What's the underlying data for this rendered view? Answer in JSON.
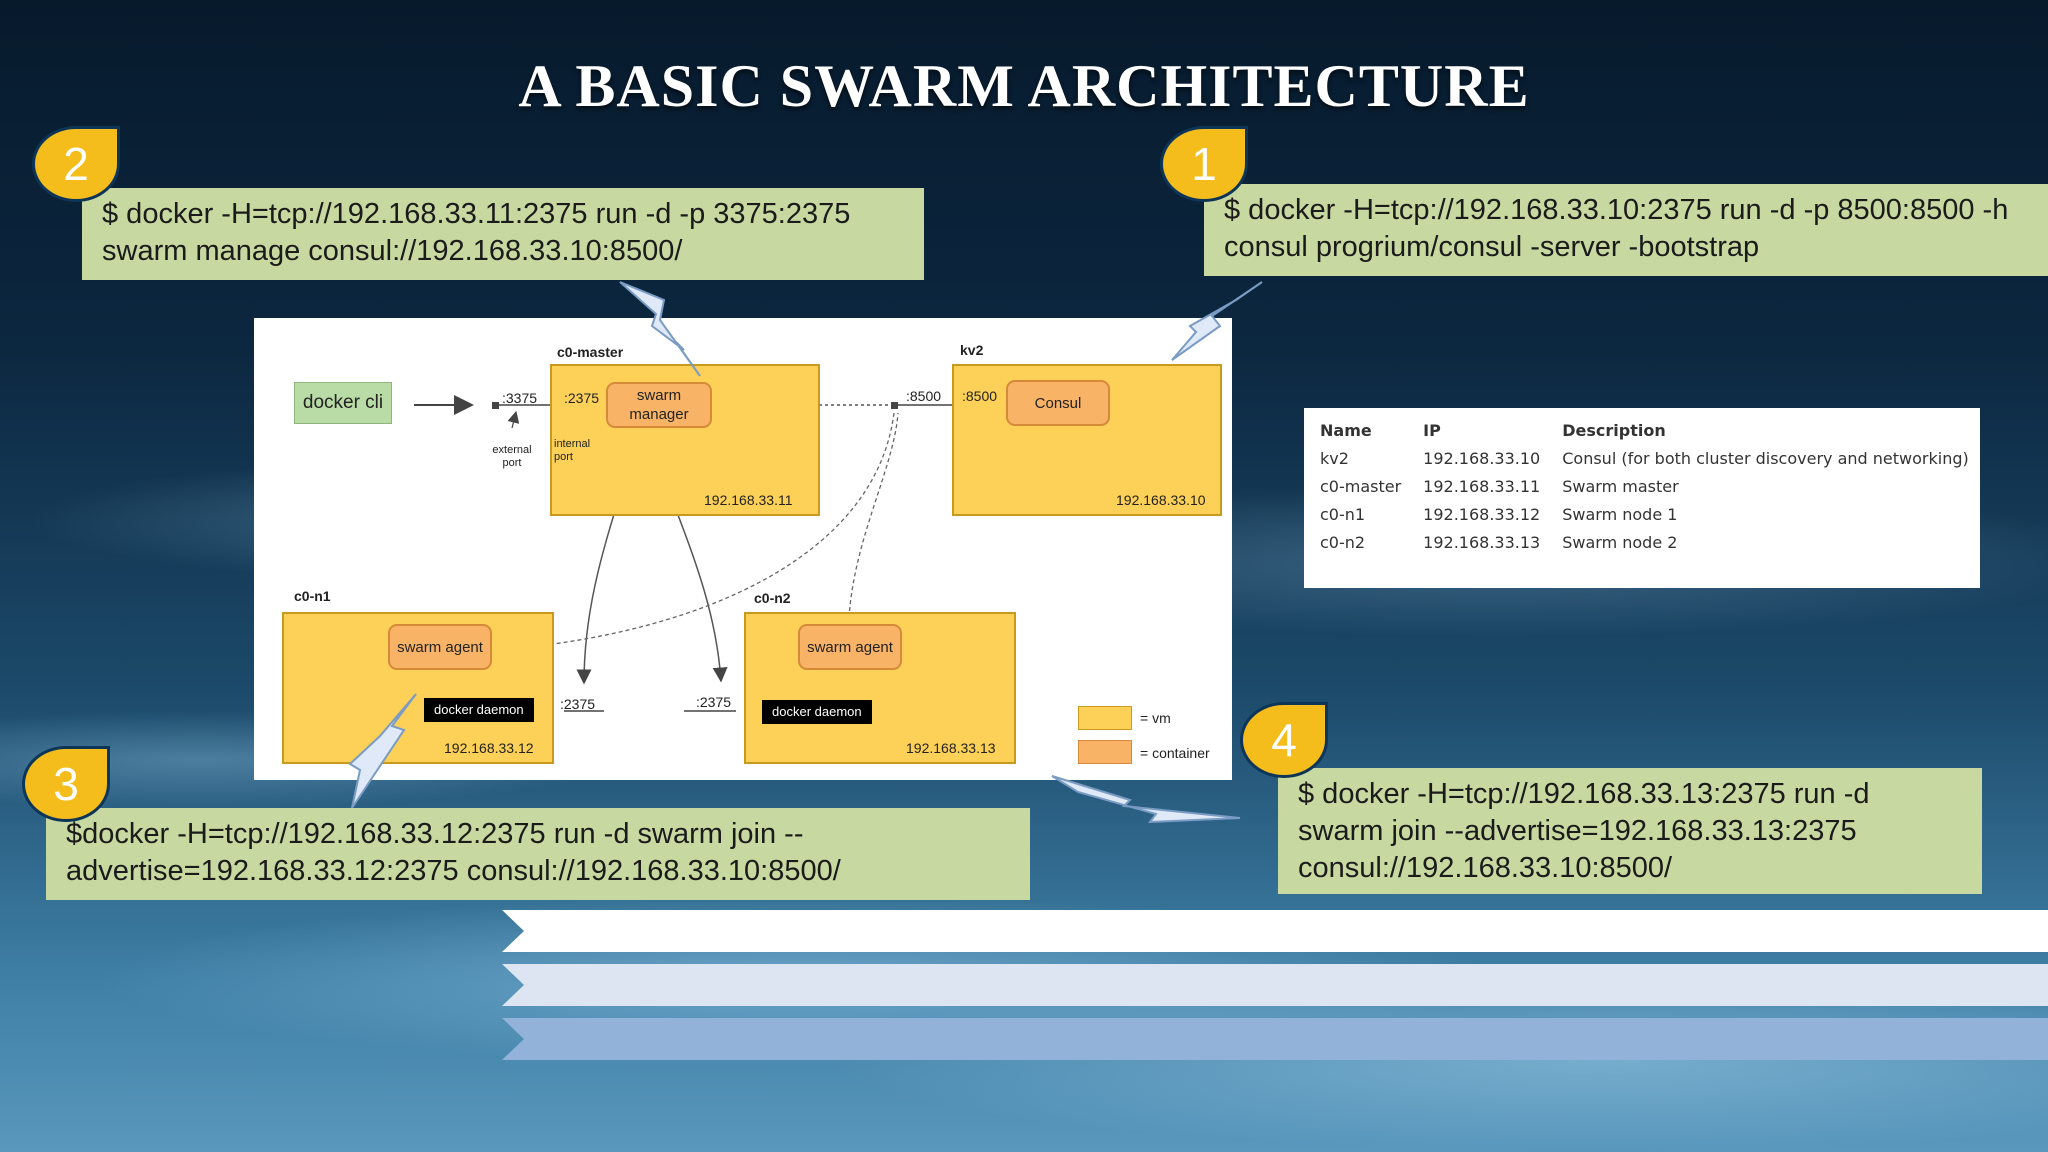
{
  "title": "A BASIC SWARM ARCHITECTURE",
  "steps": [
    {
      "number": "1",
      "command": "$ docker -H=tcp://192.168.33.10:2375 run -d -p 8500:8500 -h consul progrium/consul -server -bootstrap"
    },
    {
      "number": "2",
      "command": "$ docker -H=tcp://192.168.33.11:2375 run -d -p 3375:2375 swarm manage consul://192.168.33.10:8500/"
    },
    {
      "number": "3",
      "command": "$docker -H=tcp://192.168.33.12:2375 run -d swarm join --advertise=192.168.33.12:2375 consul://192.168.33.10:8500/"
    },
    {
      "number": "4",
      "command": "$ docker -H=tcp://192.168.33.13:2375 run -d swarm join --advertise=192.168.33.13:2375 consul://192.168.33.10:8500/"
    }
  ],
  "diagram": {
    "docker_cli": "docker cli",
    "external_port": ":3375",
    "external_port_caption": "external port",
    "internal_port": ":2375",
    "internal_port_caption": "internal port",
    "master": {
      "name": "c0-master",
      "container": "swarm manager",
      "ip": "192.168.33.11"
    },
    "kv2": {
      "name": "kv2",
      "container": "Consul",
      "ip": "192.168.33.10",
      "port_outer": ":8500",
      "port_inner": ":8500"
    },
    "n1": {
      "name": "c0-n1",
      "container": "swarm agent",
      "daemon": "docker daemon",
      "port": ":2375",
      "ip": "192.168.33.12"
    },
    "n2": {
      "name": "c0-n2",
      "container": "swarm agent",
      "daemon": "docker daemon",
      "port": ":2375",
      "ip": "192.168.33.13"
    },
    "legend": {
      "vm": "= vm",
      "container": "= container"
    },
    "colors": {
      "vm": "#fdd057",
      "container": "#f9b366",
      "cli": "#b9dca6"
    }
  },
  "hosts_table": {
    "headers": [
      "Name",
      "IP",
      "Description"
    ],
    "rows": [
      [
        "kv2",
        "192.168.33.10",
        "Consul (for both cluster discovery and networking)"
      ],
      [
        "c0-master",
        "192.168.33.11",
        "Swarm master"
      ],
      [
        "c0-n1",
        "192.168.33.12",
        "Swarm node 1"
      ],
      [
        "c0-n2",
        "192.168.33.13",
        "Swarm node 2"
      ]
    ]
  },
  "colors": {
    "badge": "#f5bd1b",
    "command_box": "#c7d8a0",
    "bar1": "#ffffff",
    "bar2": "#dde5f2",
    "bar3": "#93b2da"
  }
}
